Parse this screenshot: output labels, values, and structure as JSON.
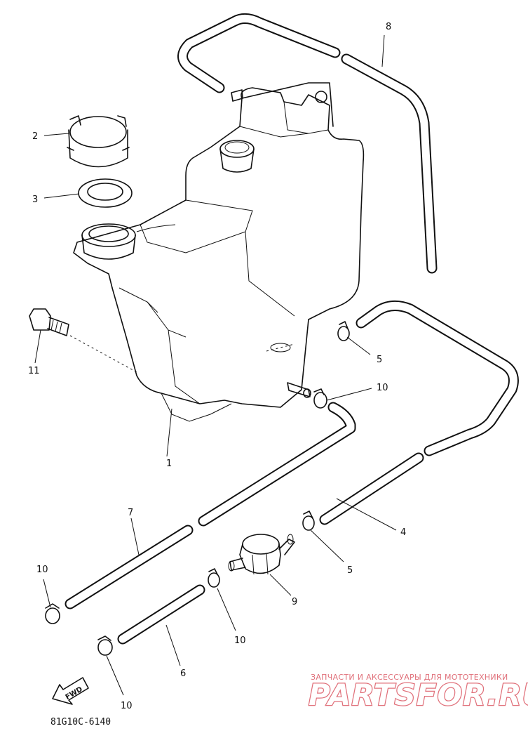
{
  "callouts": {
    "c1": "1",
    "c2": "2",
    "c3": "3",
    "c4": "4",
    "c5a": "5",
    "c5b": "5",
    "c6": "6",
    "c7": "7",
    "c8": "8",
    "c9": "9",
    "c10a": "10",
    "c10b": "10",
    "c10c": "10",
    "c10d": "10",
    "c11": "11"
  },
  "fwd_label": "FWD",
  "diagram_code": "81G10C-6140",
  "watermark": {
    "tagline": "ЗАПЧАСТИ И АКСЕССУАРЫ ДЛЯ МОТОТЕХНИКИ",
    "brand": "PARTSFOR.RU"
  }
}
